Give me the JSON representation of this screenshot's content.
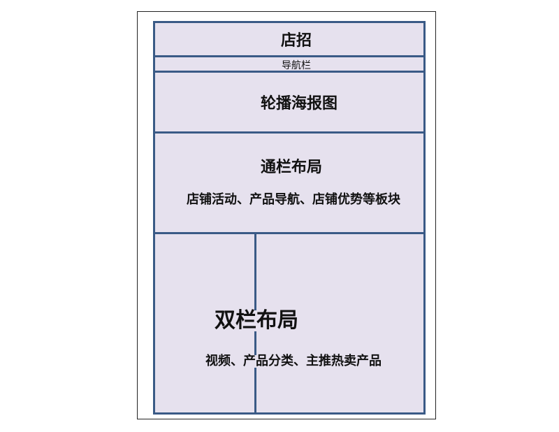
{
  "sections": {
    "shop_sign": "店招",
    "nav_bar": "导航栏",
    "carousel": "轮播海报图",
    "full_width": {
      "title": "通栏布局",
      "desc": "店铺活动、产品导航、店铺优势等板块"
    },
    "two_column": {
      "title": "双栏布局",
      "desc": "视频、产品分类、主推热卖产品"
    }
  },
  "colors": {
    "border": "#3a5a86",
    "fill": "#e6e1ee"
  }
}
